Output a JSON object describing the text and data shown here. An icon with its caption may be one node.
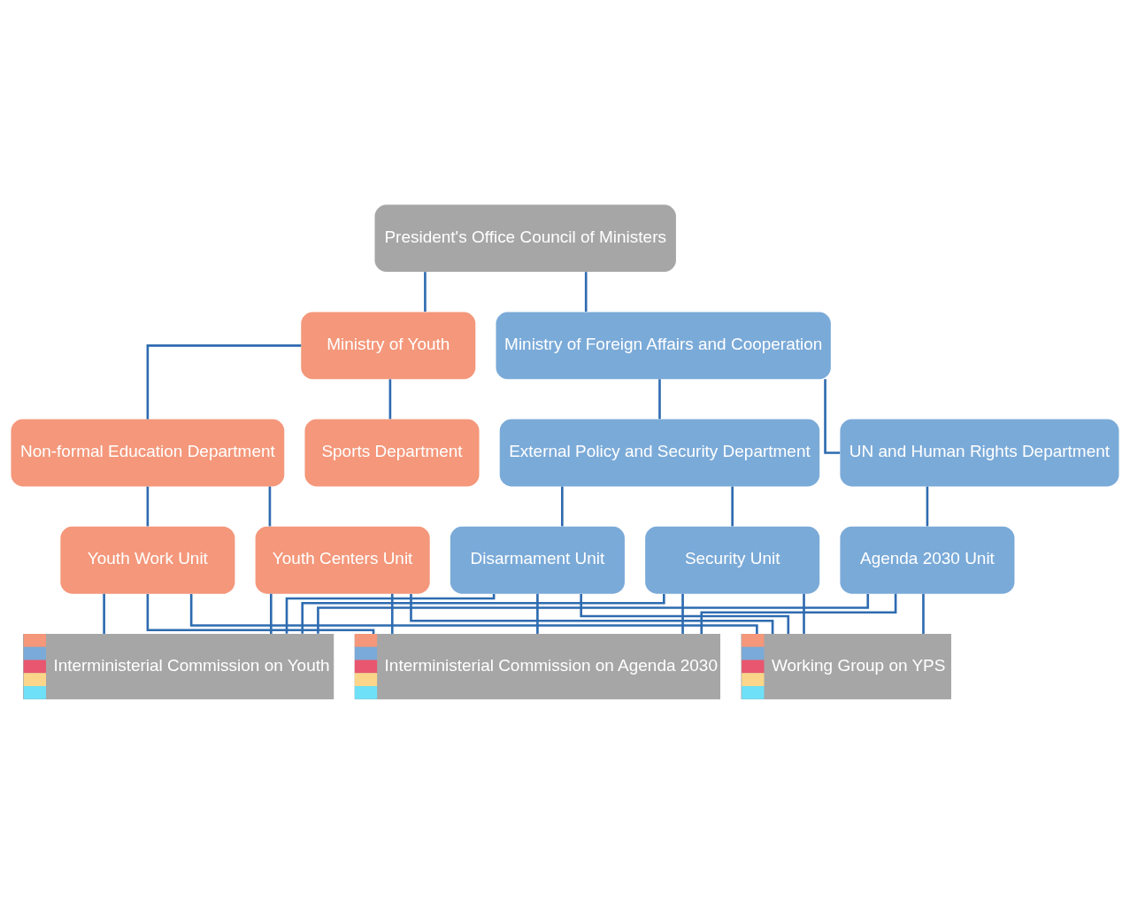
{
  "diagram": {
    "nodes": [
      {
        "text": [
          "President's Office Council of Ministers"
        ]
      },
      {
        "text": [
          "Ministry of Youth"
        ]
      },
      {
        "text": [
          "Ministry of Foreign Affairs and Cooperation"
        ]
      },
      {
        "text": [
          "Non-formal Education Department"
        ]
      },
      {
        "text": [
          "Sports Department"
        ]
      },
      {
        "text": [
          "External Policy and Security Department"
        ]
      },
      {
        "text": [
          "UN and Human Rights Department"
        ]
      },
      {
        "text": [
          "Youth Centers Unit"
        ]
      },
      {
        "text": [
          "Youth Work Unit"
        ]
      },
      {
        "text": [
          "Security Unit"
        ]
      },
      {
        "text": [
          "Disarmament Unit"
        ]
      },
      {
        "text": [
          "Agenda 2030 Unit"
        ]
      },
      {
        "text": [
          "Interministerial Commission on Youth"
        ]
      },
      {
        "text": [
          "Interministerial Commission on Agenda 2030"
        ]
      },
      {
        "text": [
          "Working Group on YPS"
        ]
      }
    ],
    "edges": [
      {
        "from": 0,
        "to": 1,
        "arrow": "none"
      },
      {
        "from": 0,
        "to": 2,
        "arrow": "none"
      },
      {
        "from": 1,
        "to": 3,
        "arrow": "none"
      },
      {
        "from": 1,
        "to": 4,
        "arrow": "none"
      },
      {
        "from": 2,
        "to": 5,
        "arrow": "none"
      },
      {
        "from": 2,
        "to": 6,
        "arrow": "none"
      },
      {
        "from": 3,
        "to": 7,
        "arrow": "none"
      },
      {
        "from": 3,
        "to": 8,
        "arrow": "none"
      },
      {
        "from": 5,
        "to": 9,
        "arrow": "none"
      },
      {
        "from": 5,
        "to": 10,
        "arrow": "none"
      },
      {
        "from": 6,
        "to": 11,
        "arrow": "none"
      },
      {
        "from": 7,
        "to": 12,
        "arrow": "none"
      },
      {
        "from": 7,
        "to": 13,
        "arrow": "none"
      },
      {
        "from": 7,
        "to": 14,
        "arrow": "none"
      },
      {
        "from": 8,
        "to": 12,
        "arrow": "none"
      },
      {
        "from": 8,
        "to": 13,
        "arrow": "none"
      },
      {
        "from": 8,
        "to": 14,
        "arrow": "none"
      },
      {
        "from": 9,
        "to": 12,
        "arrow": "none"
      },
      {
        "from": 9,
        "to": 13,
        "arrow": "none"
      },
      {
        "from": 9,
        "to": 14,
        "arrow": "none"
      },
      {
        "from": 10,
        "to": 12,
        "arrow": "none"
      },
      {
        "from": 10,
        "to": 13,
        "arrow": "none"
      },
      {
        "from": 10,
        "to": 14,
        "arrow": "none"
      },
      {
        "from": 11,
        "to": 12,
        "arrow": "none"
      },
      {
        "from": 11,
        "to": 13,
        "arrow": "none"
      },
      {
        "from": 11,
        "to": 14,
        "arrow": "none"
      }
    ]
  }
}
